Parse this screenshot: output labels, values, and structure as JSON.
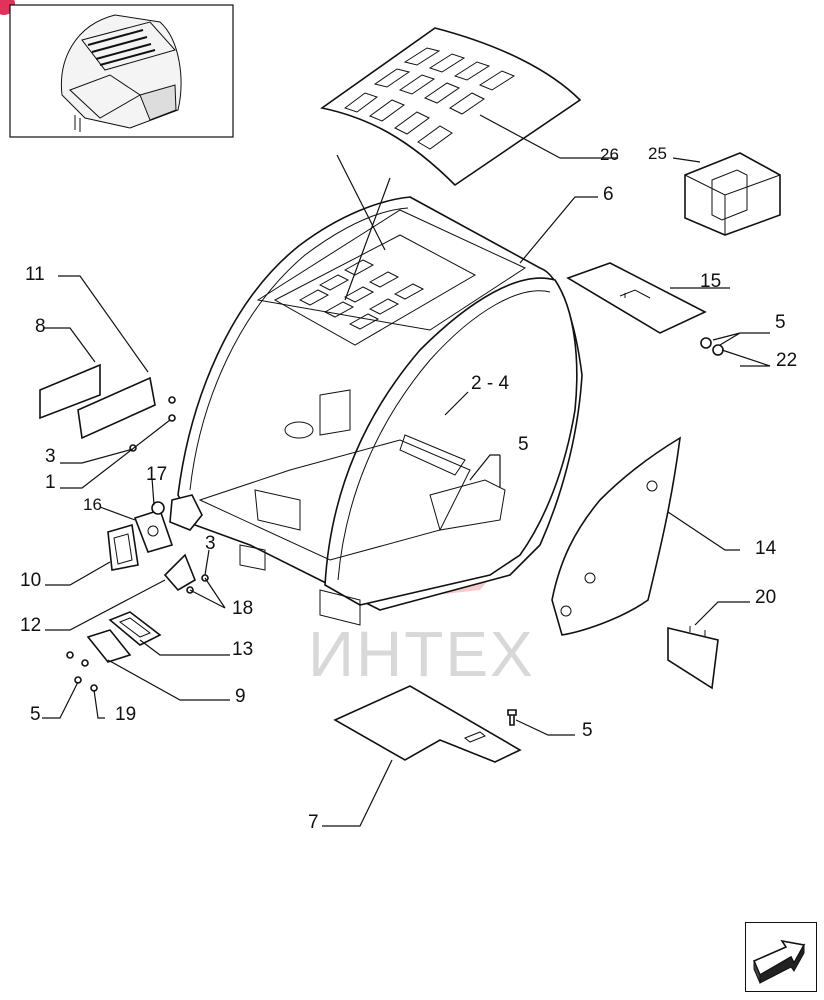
{
  "watermark": {
    "text": "ИНТЕХ",
    "color": "#f4b8b8"
  },
  "callouts": {
    "c1": "1",
    "c2_4": "2 - 4",
    "c3a": "3",
    "c3b": "3",
    "c5a": "5",
    "c5b": "5",
    "c5c": "5",
    "c5d": "5",
    "c6": "6",
    "c7": "7",
    "c8": "8",
    "c9": "9",
    "c10": "10",
    "c11": "11",
    "c12": "12",
    "c13": "13",
    "c14": "14",
    "c15": "15",
    "c16": "16",
    "c17": "17",
    "c18": "18",
    "c19": "19",
    "c20": "20",
    "c22": "22",
    "c25": "25",
    "c26": "26"
  },
  "icons": {
    "thumbnail": "cab-thumbnail-icon",
    "next_page": "next-arrow-icon",
    "corner_badge": "corner-badge-icon"
  },
  "colors": {
    "line": "#111111",
    "badge": "#e0335a",
    "logo": "#f2a0a0"
  }
}
